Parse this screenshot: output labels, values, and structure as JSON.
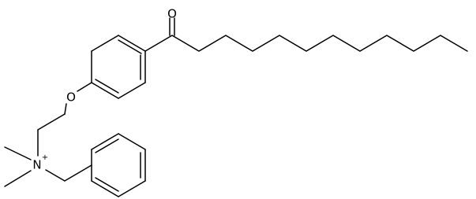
{
  "molecule": {
    "atoms": {
      "carbonyl_oxygen": "O",
      "ether_oxygen": "O",
      "nitrogen": "N",
      "nitrogen_charge": "+"
    },
    "colors": {
      "bond": "#000000",
      "background": "#ffffff"
    }
  }
}
